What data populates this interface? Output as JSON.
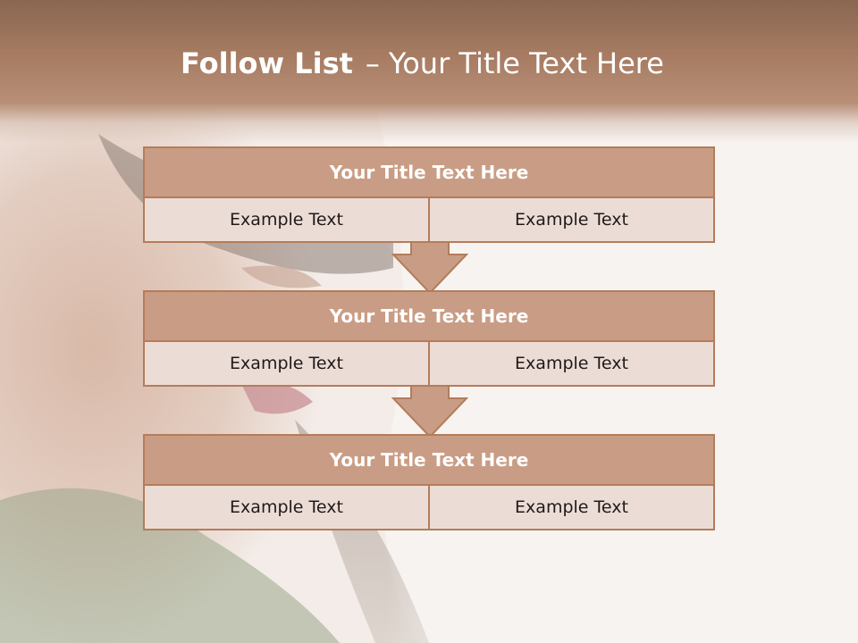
{
  "title": {
    "main": "Follow List",
    "separator": "–",
    "sub": "Your Title Text Here"
  },
  "blocks": [
    {
      "title": "Your Title Text Here",
      "cells": [
        "Example Text",
        "Example Text"
      ]
    },
    {
      "title": "Your Title Text Here",
      "cells": [
        "Example Text",
        "Example Text"
      ]
    },
    {
      "title": "Your Title Text Here",
      "cells": [
        "Example Text",
        "Example Text"
      ]
    }
  ],
  "colors": {
    "header": "#a77c63",
    "block_title": "#c99d85",
    "block_body": "#ecdcd6",
    "border": "#b47c5a"
  }
}
